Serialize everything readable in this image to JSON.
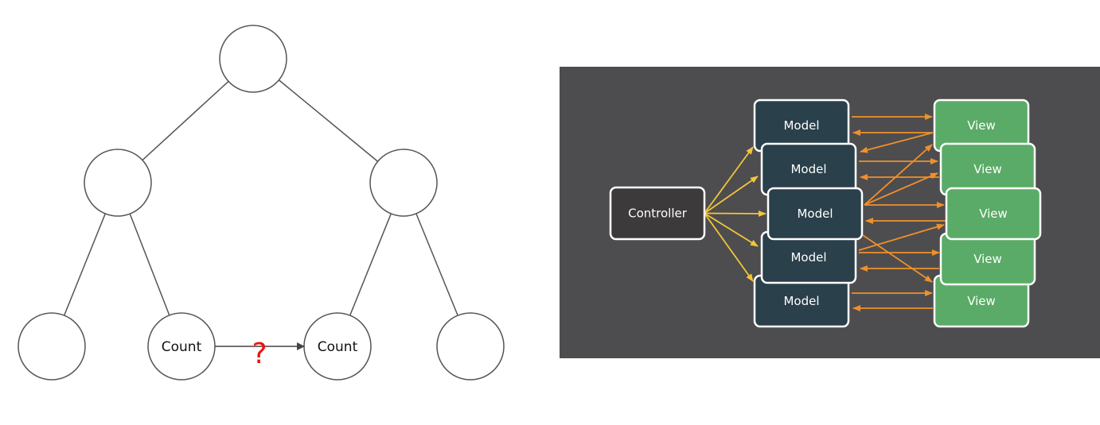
{
  "left_diagram": {
    "title": "Binary tree with sibling count question",
    "nodes": [
      {
        "id": "root",
        "label": ""
      },
      {
        "id": "l",
        "label": ""
      },
      {
        "id": "r",
        "label": ""
      },
      {
        "id": "ll",
        "label": ""
      },
      {
        "id": "lr",
        "label": "Count"
      },
      {
        "id": "rl",
        "label": "Count"
      },
      {
        "id": "rr",
        "label": ""
      }
    ],
    "edges": [
      [
        "root",
        "l"
      ],
      [
        "root",
        "r"
      ],
      [
        "l",
        "ll"
      ],
      [
        "l",
        "lr"
      ],
      [
        "r",
        "rl"
      ],
      [
        "r",
        "rr"
      ]
    ],
    "arrow": {
      "from": "lr",
      "to": "rl",
      "annotation": "?"
    },
    "colors": {
      "stroke": "#555555",
      "annotation": "#ee1111"
    }
  },
  "right_diagram": {
    "title": "Controller-Model-View web",
    "controller": {
      "label": "Controller"
    },
    "models": [
      {
        "label": "Model"
      },
      {
        "label": "Model"
      },
      {
        "label": "Model"
      },
      {
        "label": "Model"
      },
      {
        "label": "Model"
      }
    ],
    "views": [
      {
        "label": "View"
      },
      {
        "label": "View"
      },
      {
        "label": "View"
      },
      {
        "label": "View"
      },
      {
        "label": "View"
      }
    ],
    "colors": {
      "background": "#4d4d4f",
      "controller": "#3c3a3b",
      "model": "#2a404b",
      "view": "#5aab67",
      "border": "#ffffff",
      "controller_arrow": "#f2c53a",
      "model_view_arrow": "#f0902a"
    }
  }
}
